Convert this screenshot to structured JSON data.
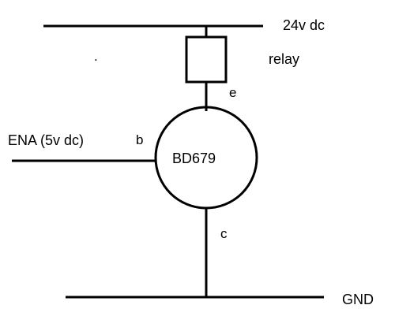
{
  "colors": {
    "line": "#000000",
    "background": "#ffffff"
  },
  "labels": {
    "supply": "24v dc",
    "relay": "relay",
    "emitter": "e",
    "input": "ENA (5v dc)",
    "base": "b",
    "transistor": "BD679",
    "collector": "c",
    "ground": "GND",
    "stray_dot": "."
  }
}
